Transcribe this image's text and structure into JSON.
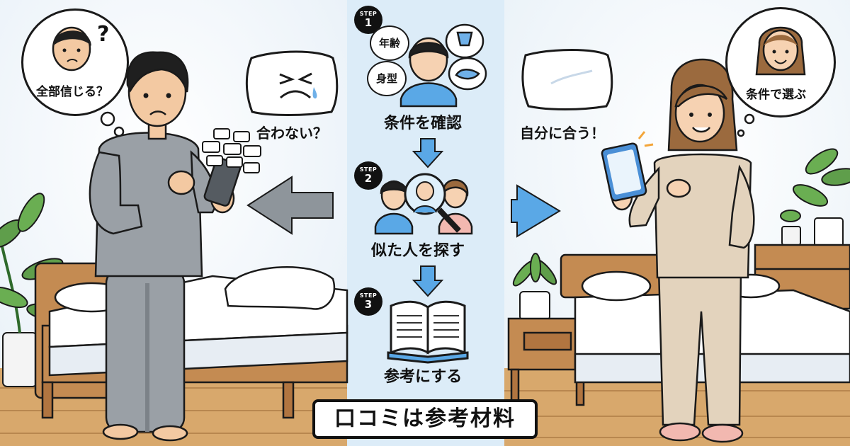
{
  "left_panel": {
    "thought": "全部信じる？",
    "thought_mark": "?",
    "pillow_caption": "合わない？"
  },
  "center_panel": {
    "steps": [
      {
        "tag": "STEP",
        "number": "1",
        "chips": [
          "年齢",
          "身型"
        ],
        "label": "条件を確認"
      },
      {
        "tag": "STEP",
        "number": "2",
        "label": "似た人を探す"
      },
      {
        "tag": "STEP",
        "number": "3",
        "label": "参考にする"
      }
    ]
  },
  "right_panel": {
    "thought": "条件で選ぶ",
    "pillow_caption": "自分に合う！"
  },
  "caption": "口コミは参考材料",
  "colors": {
    "center_bg": "#dcecf8",
    "arrow_left": "#8e959b",
    "arrow_right": "#5aa8e6",
    "man_clothes": "#9aa0a6",
    "woman_clothes": "#e3d3bd",
    "floor": "#d8a86c",
    "bed_frame": "#b9804a"
  },
  "icons": [
    "thought-bubble-icon",
    "pillow-icon",
    "smartphone-icon",
    "chat-bubbles-icon",
    "arrow-left-icon",
    "arrow-right-icon",
    "arrow-down-icon",
    "magnifier-icon",
    "open-book-icon",
    "plant-icon",
    "bed-icon",
    "person-icon"
  ]
}
